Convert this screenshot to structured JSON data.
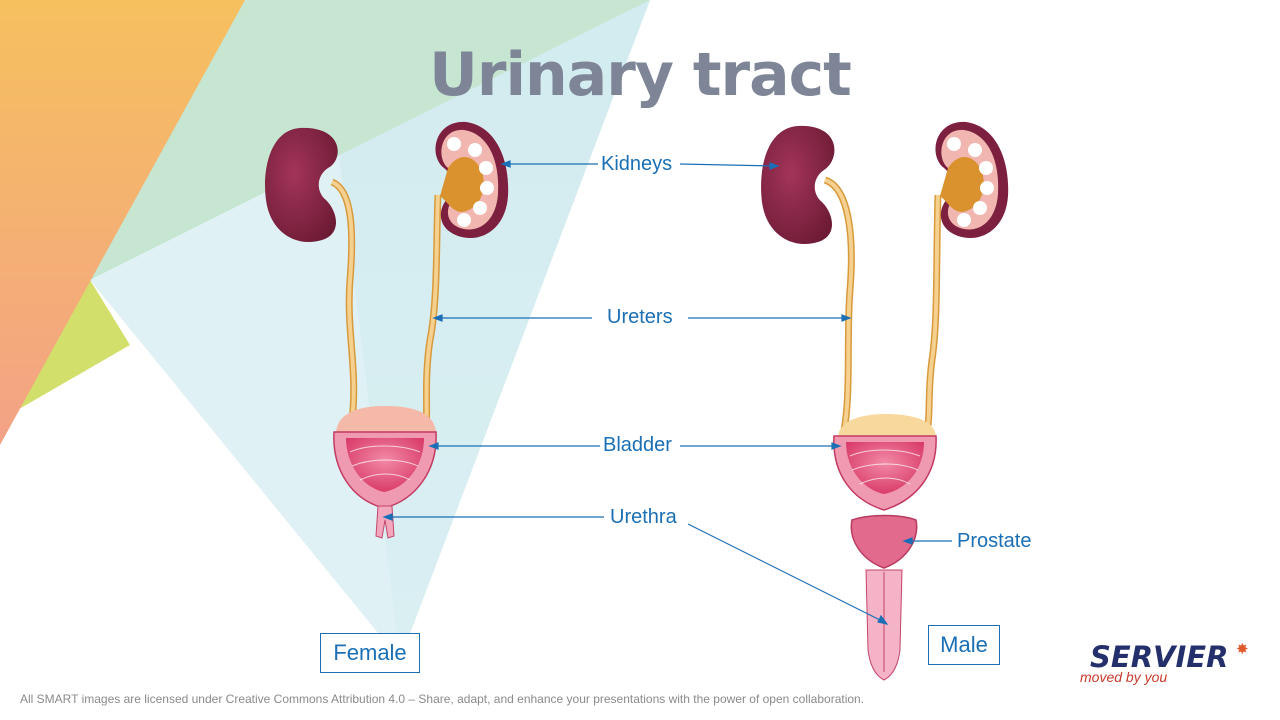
{
  "title": "Urinary tract",
  "labels": {
    "kidneys": "Kidneys",
    "ureters": "Ureters",
    "bladder": "Bladder",
    "urethra": "Urethra",
    "prostate": "Prostate"
  },
  "sexes": {
    "female": "Female",
    "male": "Male"
  },
  "footer": "All SMART images are licensed under Creative Commons Attribution 4.0 – Share, adapt, and enhance your presentations with the power of open collaboration.",
  "brand": {
    "name": "SERVIER",
    "tagline": "moved by you"
  },
  "colors": {
    "label": "#1a6fb5",
    "title": "#7d8597",
    "kidney": "#8a2445",
    "ureter": "#f1c27a",
    "bladder": "#e35a7c",
    "brand": "#24306b",
    "tagline": "#c93b2c"
  }
}
